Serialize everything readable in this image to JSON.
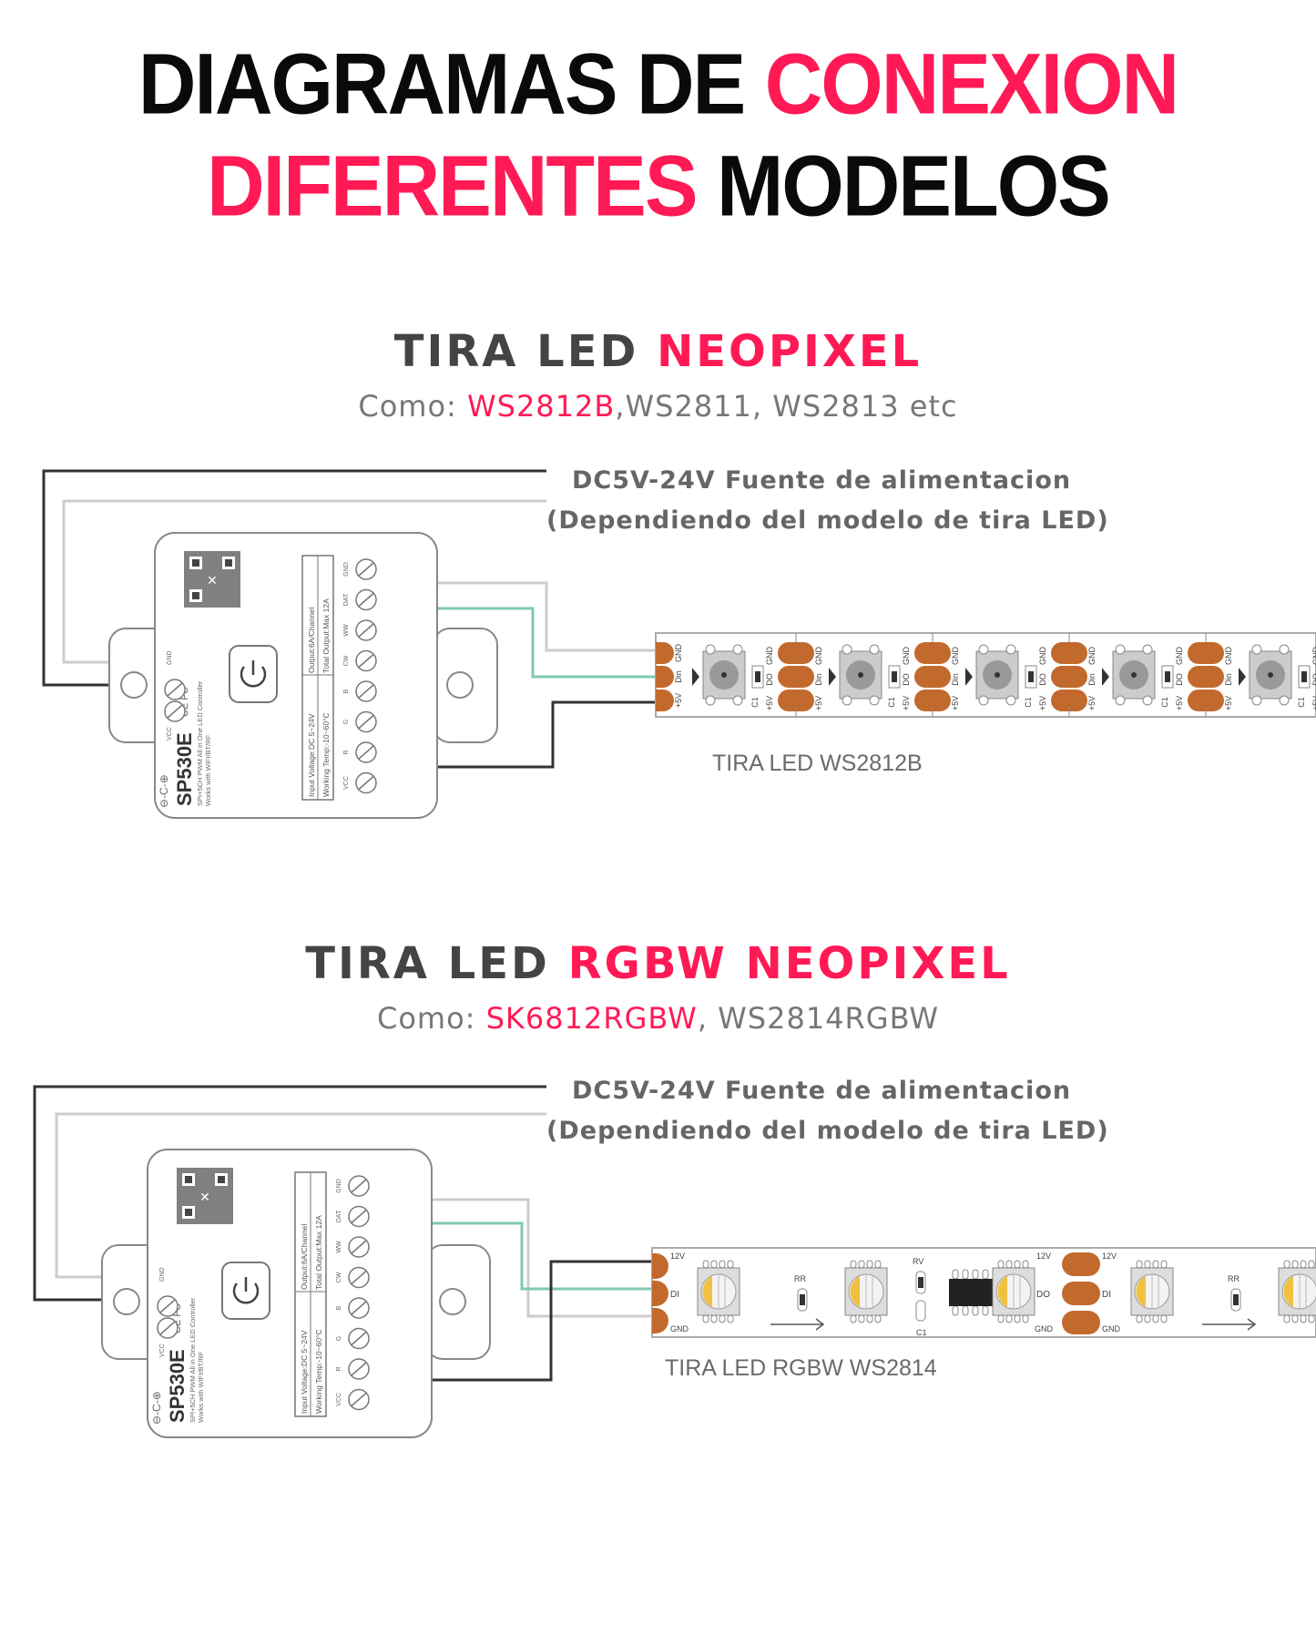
{
  "header": {
    "line1": [
      {
        "text": "DIAGRAMAS DE ",
        "color": "black"
      },
      {
        "text": "CONEXION",
        "color": "pink"
      }
    ],
    "line2": [
      {
        "text": "DIFERENTES",
        "color": "pink"
      },
      {
        "text": " MODELOS",
        "color": "black"
      }
    ]
  },
  "colors": {
    "accent": "#ff1a55",
    "heading_gray": "#444444",
    "text_gray": "#777777",
    "pad_copper": "#c26a2e",
    "wire_dark": "#333333",
    "wire_light": "#cccccc",
    "wire_data": "#7fc9b0"
  },
  "sections": [
    {
      "heading_plain": "TIRA LED ",
      "heading_accent": "NEOPIXEL",
      "subtitle_prefix": "Como: ",
      "subtitle_accent": "WS2812B",
      "subtitle_rest": ",WS2811, WS2813 etc",
      "power_line1": "DC5V-24V Fuente de alimentacion",
      "power_line2": "(Dependiendo del modelo de tira LED)",
      "controller": {
        "model": "SP530E",
        "desc1": "SPI+5CH PWM All in One LED Controller",
        "desc2": "Works with WIFI/BT/RF",
        "input_label": "Input Voltage:DC 5~24V",
        "output_label": "Output:6A/Channel",
        "temp_label": "Working Temp:-10~60°C",
        "max_label": "Total Output:Max 12A",
        "power_terminals": [
          "VCC",
          "GND"
        ],
        "terminals": [
          "GND",
          "DAT",
          "WW",
          "CW",
          "B",
          "G",
          "R",
          "VCC"
        ],
        "marks": "CE FC"
      },
      "strip": {
        "label": "TIRA LED WS2812B",
        "pads": [
          "GND",
          "Din",
          "+5V"
        ],
        "out_pads": [
          "GND",
          "DO",
          "+5V"
        ],
        "cap_label": "C1"
      }
    },
    {
      "heading_plain": "TIRA LED ",
      "heading_accent": "RGBW NEOPIXEL",
      "subtitle_prefix": "Como: ",
      "subtitle_accent": "SK6812RGBW",
      "subtitle_rest": ", WS2814RGBW",
      "power_line1": "DC5V-24V Fuente de alimentacion",
      "power_line2": "(Dependiendo del modelo de tira LED)",
      "controller": {
        "model": "SP530E",
        "desc1": "SPI+5CH PWM All in One LED Controller",
        "desc2": "Works with WIFI/BT/RF",
        "input_label": "Input Voltage:DC 5~24V",
        "output_label": "Output:6A/Channel",
        "temp_label": "Working Temp:-10~60°C",
        "max_label": "Total Output:Max 12A",
        "power_terminals": [
          "VCC",
          "GND"
        ],
        "terminals": [
          "GND",
          "DAT",
          "WW",
          "CW",
          "B",
          "G",
          "R",
          "VCC"
        ],
        "marks": "CE FC"
      },
      "strip": {
        "label": "TIRA LED RGBW WS2814",
        "pads": [
          "12V",
          "DI",
          "GND"
        ],
        "out_pads": [
          "12V",
          "DO",
          "GND"
        ],
        "labels": {
          "rr": "RR",
          "rv": "RV",
          "c1": "C1"
        }
      }
    }
  ]
}
